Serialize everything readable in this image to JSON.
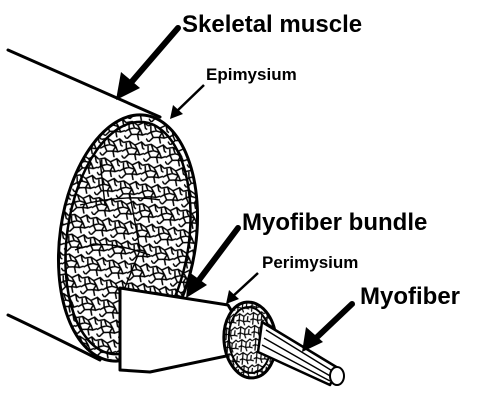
{
  "diagram": {
    "labels": {
      "skeletal_muscle": "Skeletal muscle",
      "epimysium": "Epimysium",
      "myofiber_bundle": "Myofiber bundle",
      "perimysium": "Perimysium",
      "myofiber": "Myofiber"
    },
    "colors": {
      "ink": "#000000",
      "paper": "#ffffff"
    }
  }
}
